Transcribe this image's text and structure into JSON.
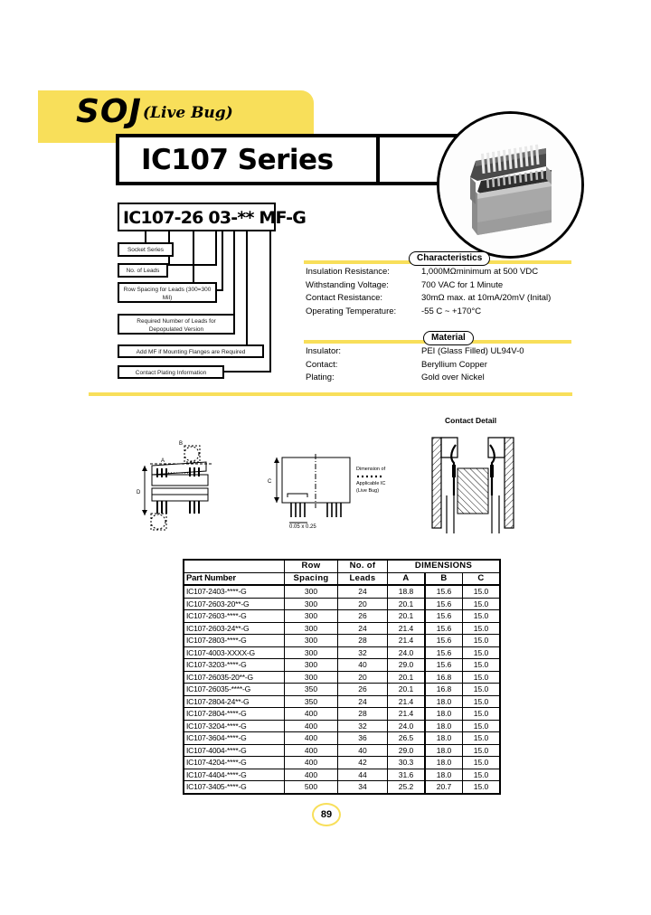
{
  "header": {
    "banner_title": "SOJ",
    "banner_subtitle": "(Live Bug)",
    "series_title": "IC107 Series",
    "accent_color": "#f8df5a"
  },
  "part_code": {
    "text": "IC107-26 03-** MF-G",
    "callouts": [
      {
        "label": "Socket Series"
      },
      {
        "label": "No. of Leads"
      },
      {
        "label": "Row Spacing for Leads (300=300 Mil)"
      },
      {
        "label": "Required Number of Leads for Depopulated Version"
      },
      {
        "label": "Add MF if Mounting Flanges are Required"
      },
      {
        "label": "Contact Plating Information"
      }
    ]
  },
  "characteristics": {
    "title": "Characteristics",
    "rows": [
      {
        "label": "Insulation Resistance:",
        "value": "1,000MΩminimum at 500 VDC"
      },
      {
        "label": "Withstanding Voltage:",
        "value": "700 VAC for 1 Minute"
      },
      {
        "label": "Contact Resistance:",
        "value": "30mΩ max. at 10mA/20mV (Inital)"
      },
      {
        "label": "Operating Temperature:",
        "value": "-55 C ~ +170°C"
      }
    ]
  },
  "material": {
    "title": "Material",
    "rows": [
      {
        "label": "Insulator:",
        "value": "PEI (Glass Filled) UL94V-0"
      },
      {
        "label": "Contact:",
        "value": "Beryllium Copper"
      },
      {
        "label": "Plating:",
        "value": "Gold over Nickel"
      }
    ]
  },
  "drawings": {
    "contact_detail_label": "Contact Detail"
  },
  "table": {
    "header_top": [
      "Row",
      "No. of",
      "DIMENSIONS"
    ],
    "header_bottom": [
      "Part  Number",
      "Spacing",
      "Leads",
      "A",
      "B",
      "C"
    ],
    "rows": [
      {
        "pn": "IC107-2403-****-G",
        "spacing": "300",
        "leads": "24",
        "a": "18.8",
        "b": "15.6",
        "c": "15.0"
      },
      {
        "pn": "IC107-2603-20**-G",
        "spacing": "300",
        "leads": "20",
        "a": "20.1",
        "b": "15.6",
        "c": "15.0"
      },
      {
        "pn": "IC107-2603-****-G",
        "spacing": "300",
        "leads": "26",
        "a": "20.1",
        "b": "15.6",
        "c": "15.0"
      },
      {
        "pn": "IC107-2603-24**-G",
        "spacing": "300",
        "leads": "24",
        "a": "21.4",
        "b": "15.6",
        "c": "15.0"
      },
      {
        "pn": "IC107-2803-****-G",
        "spacing": "300",
        "leads": "28",
        "a": "21.4",
        "b": "15.6",
        "c": "15.0"
      },
      {
        "pn": "IC107-4003-XXXX-G",
        "spacing": "300",
        "leads": "32",
        "a": "24.0",
        "b": "15.6",
        "c": "15.0"
      },
      {
        "pn": "IC107-3203-****-G",
        "spacing": "300",
        "leads": "40",
        "a": "29.0",
        "b": "15.6",
        "c": "15.0"
      },
      {
        "pn": "IC107-26035-20**-G",
        "spacing": "300",
        "leads": "20",
        "a": "20.1",
        "b": "16.8",
        "c": "15.0"
      },
      {
        "pn": "IC107-26035-****-G",
        "spacing": "350",
        "leads": "26",
        "a": "20.1",
        "b": "16.8",
        "c": "15.0"
      },
      {
        "pn": "IC107-2804-24**-G",
        "spacing": "350",
        "leads": "24",
        "a": "21.4",
        "b": "18.0",
        "c": "15.0"
      },
      {
        "pn": "IC107-2804-****-G",
        "spacing": "400",
        "leads": "28",
        "a": "21.4",
        "b": "18.0",
        "c": "15.0"
      },
      {
        "pn": "IC107-3204-****-G",
        "spacing": "400",
        "leads": "32",
        "a": "24.0",
        "b": "18.0",
        "c": "15.0"
      },
      {
        "pn": "IC107-3604-****-G",
        "spacing": "400",
        "leads": "36",
        "a": "26.5",
        "b": "18.0",
        "c": "15.0"
      },
      {
        "pn": "IC107-4004-****-G",
        "spacing": "400",
        "leads": "40",
        "a": "29.0",
        "b": "18.0",
        "c": "15.0"
      },
      {
        "pn": "IC107-4204-****-G",
        "spacing": "400",
        "leads": "42",
        "a": "30.3",
        "b": "18.0",
        "c": "15.0"
      },
      {
        "pn": "IC107-4404-****-G",
        "spacing": "400",
        "leads": "44",
        "a": "31.6",
        "b": "18.0",
        "c": "15.0"
      },
      {
        "pn": "IC107-3405-****-G",
        "spacing": "500",
        "leads": "34",
        "a": "25.2",
        "b": "20.7",
        "c": "15.0"
      }
    ]
  },
  "footer": {
    "page_number": "89"
  }
}
